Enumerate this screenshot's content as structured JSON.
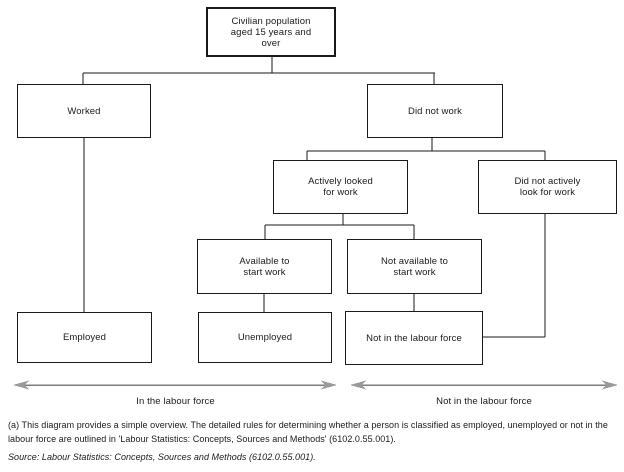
{
  "diagram": {
    "title_semantics": "Labour force framework flowchart",
    "nodes": {
      "civilian": {
        "lines": [
          "Civilian population",
          "aged 15 years and",
          "over"
        ]
      },
      "worked": {
        "lines": [
          "Worked"
        ]
      },
      "did_not_work": {
        "lines": [
          "Did not work"
        ]
      },
      "actively_looked": {
        "lines": [
          "Actively looked",
          "for work"
        ]
      },
      "did_not_actively": {
        "lines": [
          "Did not actively",
          "look for work"
        ]
      },
      "available": {
        "lines": [
          "Available to",
          "start work"
        ]
      },
      "not_available": {
        "lines": [
          "Not available to",
          "start work"
        ]
      },
      "employed": {
        "lines": [
          "Employed"
        ]
      },
      "unemployed": {
        "lines": [
          "Unemployed"
        ]
      },
      "not_in_labour_force": {
        "lines": [
          "Not in the labour force"
        ]
      }
    },
    "axis_labels": {
      "left": "In the labour force",
      "right": "Not in the labour force"
    },
    "footnote": "(a) This diagram provides a simple overview. The detailed rules for determining whether a person is classified as employed, unemployed or not in the labour force are outlined in 'Labour Statistics: Concepts, Sources and Methods' (6102.0.55.001).",
    "source": "Source: Labour Statistics: Concepts, Sources and Methods (6102.0.55.001).",
    "colors": {
      "box_border": "#1a1a1a",
      "text": "#1a1a1a",
      "connector": "#1a1a1a",
      "arrow_line": "#7d7d7d",
      "arrow_head": "#9a9a9a"
    }
  }
}
